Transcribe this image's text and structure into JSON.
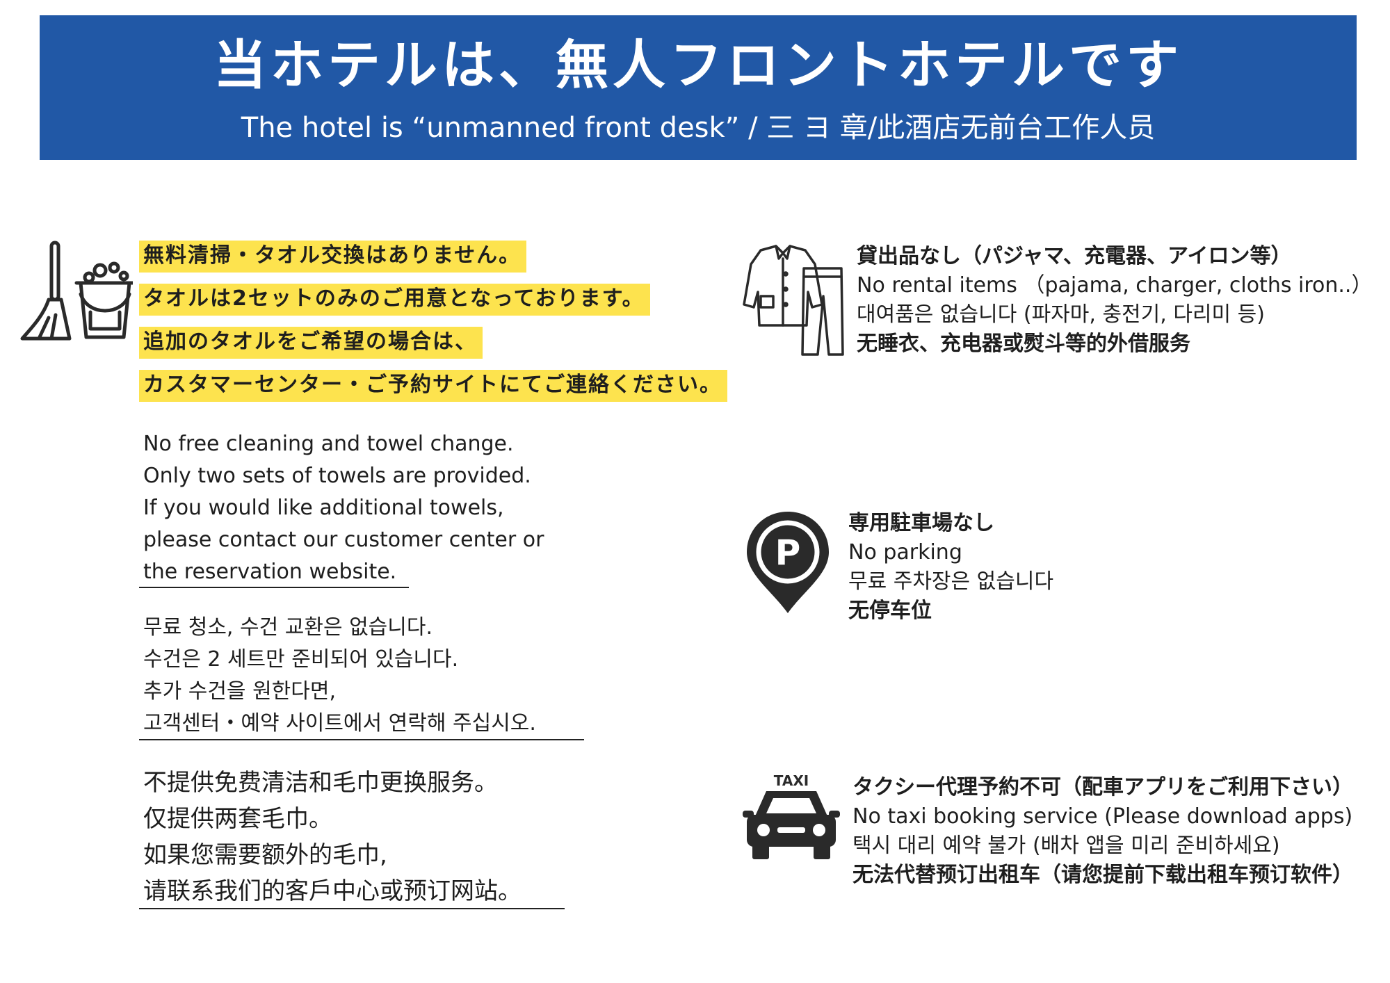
{
  "banner": {
    "title": "当ホテルは、無人フロントホテルです",
    "subtitle": "The hotel is “unmanned front desk” / 三 ヨ 章/此酒店无前台工作人员"
  },
  "cleaning": {
    "ja_lines": [
      "無料清掃・タオル交換はありません。",
      "タオルは2セットのみのご用意となっております。",
      "追加のタオルをご希望の場合は、",
      "カスタマーセンター・ご予約サイトにてご連絡ください。"
    ],
    "en_lines": [
      "No free cleaning and towel change.",
      "Only two sets of towels are provided.",
      "If you would like additional towels,",
      "please contact our customer center or",
      "the reservation website."
    ],
    "ko_lines": [
      "무료 청소, 수건 교환은 없습니다.",
      "수건은 2 세트만 준비되어 있습니다.",
      "추가 수건을 원한다면,",
      "고객센터・예약 사이트에서 연락해 주십시오."
    ],
    "zh_lines": [
      "不提供免费清洁和毛巾更换服务。",
      "仅提供两套毛巾。",
      "如果您需要额外的毛巾,",
      "请联系我们的客戶中心或预订网站。"
    ]
  },
  "rental": {
    "lines": [
      "貸出品なし（パジャマ、充電器、アイロン等）",
      "No rental items （pajama, charger, cloths iron..）",
      "대여품은 없습니다 (파자마, 충전기, 다리미 등)",
      "无睡衣、充电器或熨斗等的外借服务"
    ]
  },
  "parking": {
    "lines": [
      "専用駐車場なし",
      "No parking",
      "무료 주차장은 없습니다",
      "无停车位"
    ],
    "icon_letter": "P"
  },
  "taxi": {
    "sign": "TAXI",
    "lines": [
      "タクシー代理予約不可（配車アプリをご利用下さい）",
      "No taxi booking service (Please download apps)",
      "택시 대리 예약 불가 (배차 앱을 미리 준비하세요)",
      "无法代替预订出租车（请您提前下载出租车预订软件）"
    ]
  },
  "colors": {
    "banner_bg": "#2158a6",
    "highlight": "#fde34e",
    "text": "#1e1e1e"
  },
  "icons": [
    "broom-icon",
    "bucket-icon",
    "pajama-icon",
    "parking-pin-icon",
    "taxi-icon"
  ]
}
